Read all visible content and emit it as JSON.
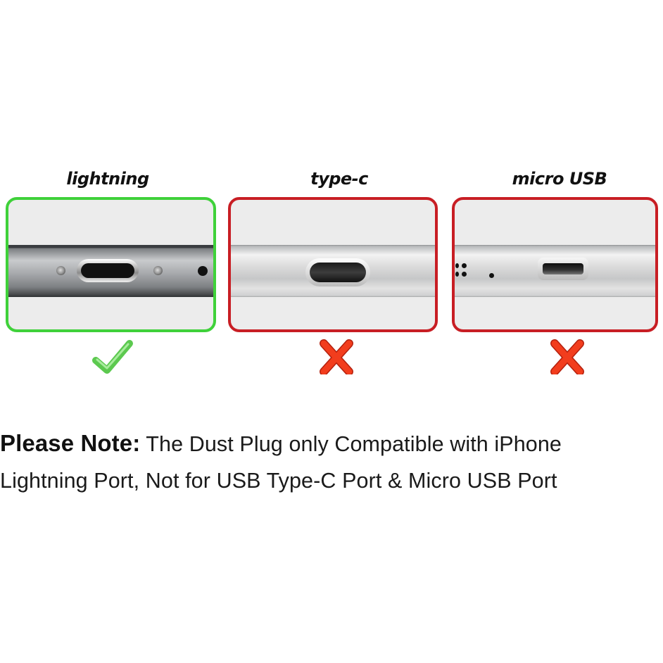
{
  "connectors": [
    {
      "label": "lightning",
      "compatible": true,
      "border_color": "#3fd13a",
      "mark": "check-mark",
      "mark_color": "#6cd660"
    },
    {
      "label": "type-c",
      "compatible": false,
      "border_color": "#c81e24",
      "mark": "cross-mark",
      "mark_color": "#ea3a1e"
    },
    {
      "label": "micro USB",
      "compatible": false,
      "border_color": "#c81e24",
      "mark": "cross-mark",
      "mark_color": "#ea3a1e"
    }
  ],
  "note": {
    "heading": "Please Note:",
    "line1": " The Dust Plug only Compatible with iPhone",
    "line2": "Lightning Port, Not for USB Type-C Port & Micro USB Port"
  }
}
